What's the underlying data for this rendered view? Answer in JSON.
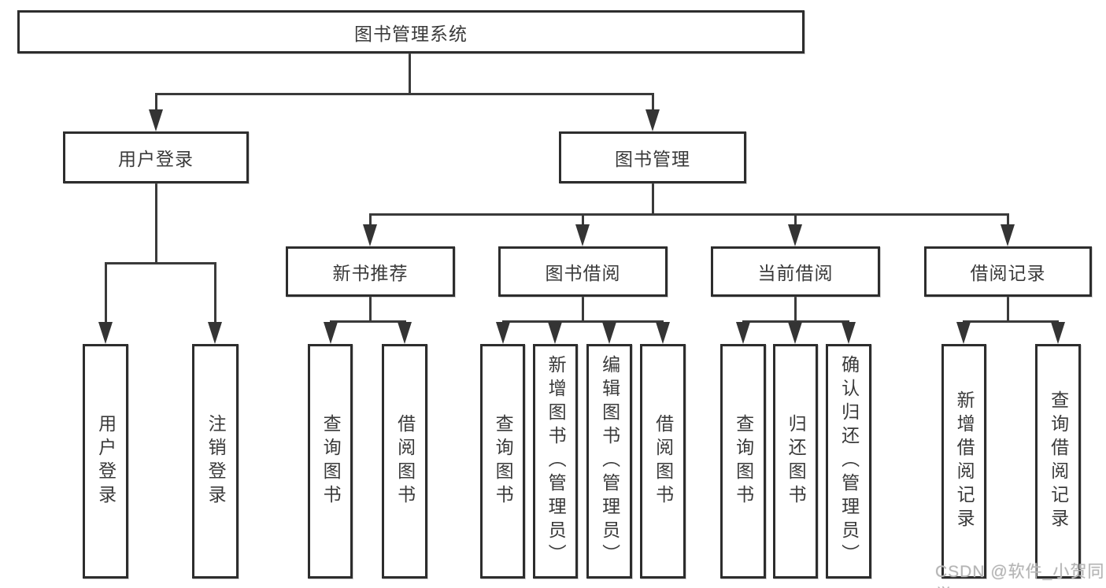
{
  "diagram_type": "hierarchy-tree",
  "tree": {
    "root": {
      "label": "图书管理系统",
      "children": [
        {
          "label": "用户登录",
          "children": [
            {
              "label": "用户登录"
            },
            {
              "label": "注销登录"
            }
          ]
        },
        {
          "label": "图书管理",
          "children": [
            {
              "label": "新书推荐",
              "children": [
                {
                  "label": "查询图书"
                },
                {
                  "label": "借阅图书"
                }
              ]
            },
            {
              "label": "图书借阅",
              "children": [
                {
                  "label": "查询图书"
                },
                {
                  "label": "新增图书（管理员）"
                },
                {
                  "label": "编辑图书（管理员）"
                },
                {
                  "label": "借阅图书"
                }
              ]
            },
            {
              "label": "当前借阅",
              "children": [
                {
                  "label": "查询图书"
                },
                {
                  "label": "归还图书"
                },
                {
                  "label": "确认归还（管理员）"
                }
              ]
            },
            {
              "label": "借阅记录",
              "children": [
                {
                  "label": "新增借阅记录"
                },
                {
                  "label": "查询借阅记录"
                }
              ]
            }
          ]
        }
      ]
    }
  },
  "watermark": {
    "text": "CSDN @软件_小贺同学"
  },
  "colors": {
    "background": "#ffffff",
    "line": "#3a3a3a",
    "box_border": "#2d2d2d",
    "text": "#3a3a3a",
    "watermark": "#b5b5b5"
  }
}
